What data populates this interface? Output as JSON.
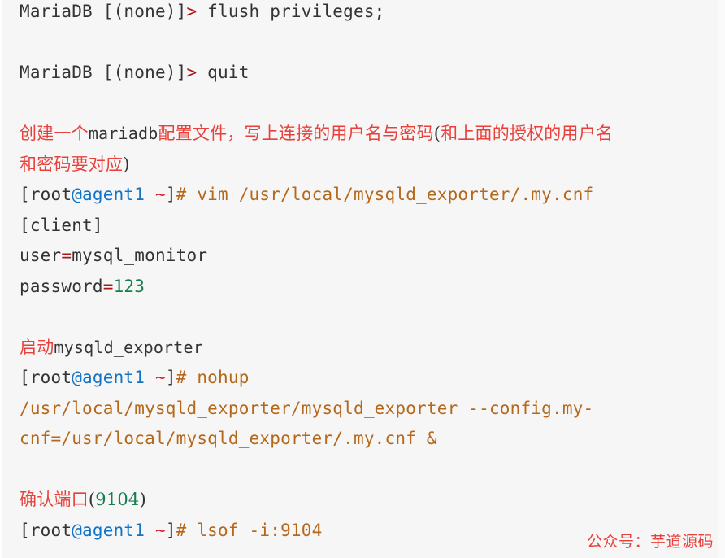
{
  "code_block": {
    "background_color": "#f6f6f6",
    "colors": {
      "default_text": "#333333",
      "prompt_arrow": "#a61717",
      "host": "#1273c7",
      "tilde": "#d9252b",
      "command": "#b5681a",
      "operator": "#a61717",
      "number": "#157f4f",
      "annotation_red": "#e8413c"
    },
    "lines": [
      {
        "id": "line-1",
        "kind": "sql-prompt",
        "segments": [
          {
            "text": "MariaDB [(none)]",
            "color": "default"
          },
          {
            "text": ">",
            "color": "prompt"
          },
          {
            "text": " flush privileges;",
            "color": "default"
          }
        ]
      },
      {
        "id": "line-2",
        "kind": "blank",
        "segments": [
          {
            "text": " ",
            "color": "default"
          }
        ]
      },
      {
        "id": "line-3",
        "kind": "sql-prompt",
        "segments": [
          {
            "text": "MariaDB [(none)]",
            "color": "default"
          },
          {
            "text": ">",
            "color": "prompt"
          },
          {
            "text": " quit",
            "color": "default"
          }
        ]
      },
      {
        "id": "line-4",
        "kind": "blank",
        "segments": [
          {
            "text": " ",
            "color": "default"
          }
        ]
      },
      {
        "id": "line-5",
        "kind": "annotation",
        "segments": [
          {
            "text": "创建一个",
            "color": "cn-red"
          },
          {
            "text": "mariadb",
            "color": "cn-latin"
          },
          {
            "text": "配置文件，写上连接的用户名与密码",
            "color": "cn-red"
          },
          {
            "text": "(",
            "color": "cn-dark"
          },
          {
            "text": "和上面的授权的用户名",
            "color": "cn-red"
          }
        ]
      },
      {
        "id": "line-6",
        "kind": "annotation",
        "segments": [
          {
            "text": "和密码要对应",
            "color": "cn-red"
          },
          {
            "text": ")",
            "color": "cn-dark"
          }
        ]
      },
      {
        "id": "line-7",
        "kind": "shell-prompt",
        "segments": [
          {
            "text": "[root",
            "color": "default"
          },
          {
            "text": "@agent1",
            "color": "host"
          },
          {
            "text": " ",
            "color": "default"
          },
          {
            "text": "~",
            "color": "tilde"
          },
          {
            "text": "]",
            "color": "default"
          },
          {
            "text": "# vim /usr/local/mysqld_exporter/.my.cnf",
            "color": "command"
          }
        ]
      },
      {
        "id": "line-8",
        "kind": "output",
        "segments": [
          {
            "text": "[client]",
            "color": "default"
          }
        ]
      },
      {
        "id": "line-9",
        "kind": "output",
        "segments": [
          {
            "text": "user",
            "color": "default"
          },
          {
            "text": "=",
            "color": "operator"
          },
          {
            "text": "mysql_monitor",
            "color": "default"
          }
        ]
      },
      {
        "id": "line-10",
        "kind": "output",
        "segments": [
          {
            "text": "password",
            "color": "default"
          },
          {
            "text": "=",
            "color": "operator"
          },
          {
            "text": "123",
            "color": "number"
          }
        ]
      },
      {
        "id": "line-11",
        "kind": "blank",
        "segments": [
          {
            "text": " ",
            "color": "default"
          }
        ]
      },
      {
        "id": "line-12",
        "kind": "annotation",
        "segments": [
          {
            "text": "启动",
            "color": "cn-red"
          },
          {
            "text": "mysqld_exporter",
            "color": "cn-latin"
          }
        ]
      },
      {
        "id": "line-13",
        "kind": "shell-prompt",
        "segments": [
          {
            "text": "[root",
            "color": "default"
          },
          {
            "text": "@agent1",
            "color": "host"
          },
          {
            "text": " ",
            "color": "default"
          },
          {
            "text": "~",
            "color": "tilde"
          },
          {
            "text": "]",
            "color": "default"
          },
          {
            "text": "# nohup",
            "color": "command"
          }
        ]
      },
      {
        "id": "line-14",
        "kind": "command-wrap",
        "segments": [
          {
            "text": "/usr/local/mysqld_exporter/mysqld_exporter --config.my-",
            "color": "command"
          }
        ]
      },
      {
        "id": "line-15",
        "kind": "command-wrap",
        "segments": [
          {
            "text": "cnf=/usr/local/mysqld_exporter/.my.cnf &",
            "color": "command"
          }
        ]
      },
      {
        "id": "line-16",
        "kind": "blank",
        "segments": [
          {
            "text": " ",
            "color": "default"
          }
        ]
      },
      {
        "id": "line-17",
        "kind": "annotation",
        "segments": [
          {
            "text": "确认端口",
            "color": "cn-red"
          },
          {
            "text": "(",
            "color": "cn-dark"
          },
          {
            "text": "9104",
            "color": "number"
          },
          {
            "text": ")",
            "color": "cn-dark"
          }
        ]
      },
      {
        "id": "line-18",
        "kind": "shell-prompt",
        "segments": [
          {
            "text": "[root",
            "color": "default"
          },
          {
            "text": "@agent1",
            "color": "host"
          },
          {
            "text": " ",
            "color": "default"
          },
          {
            "text": "~",
            "color": "tilde"
          },
          {
            "text": "]",
            "color": "default"
          },
          {
            "text": "# lsof -i:9104",
            "color": "command"
          }
        ]
      }
    ]
  },
  "watermark": {
    "text": "公众号：芋道源码",
    "color": "#e8413c"
  }
}
